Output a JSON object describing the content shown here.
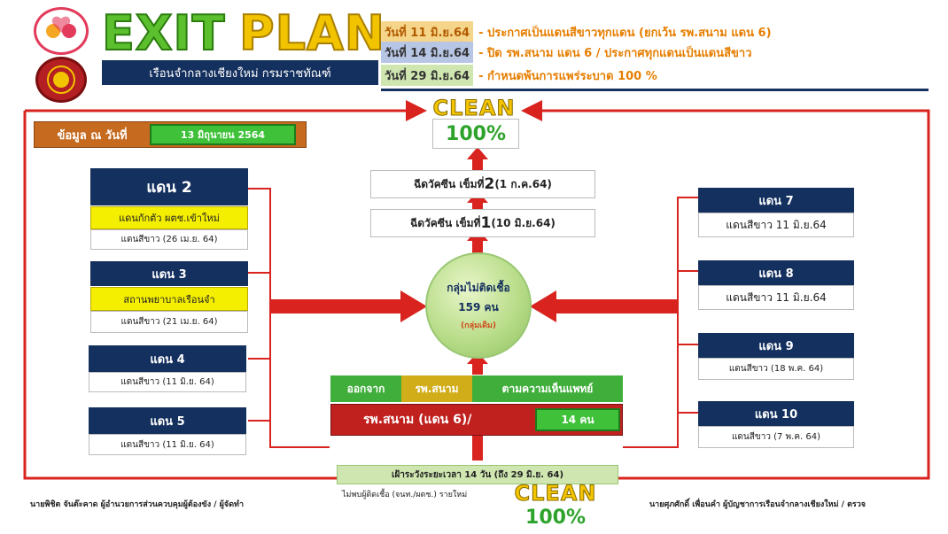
{
  "header": {
    "title_exit": "EXIT",
    "title_plan": "PLAN",
    "subtitle": "เรือนจำกลางเชียงใหม่ กรมราชทัณฑ์",
    "announcements": [
      {
        "date": "วันที่ 11 มิ.ย.64",
        "text": "- ประกาศเป็นแดนสีขาวทุกแดน (ยกเว้น รพ.สนาม แดน 6)"
      },
      {
        "date": "วันที่ 14 มิ.ย.64",
        "text": "- ปิด รพ.สนาม แดน 6 / ประกาศทุกแดนเป็นแดนสีขาว"
      },
      {
        "date": "วันที่ 29 มิ.ย.64",
        "text": "- กำหนดพ้นการแพร่ระบาด 100 %"
      }
    ]
  },
  "as_of": {
    "label": "ข้อมูล ณ วันที่",
    "value": "13 มิถุนายน 2564"
  },
  "clean_top": {
    "word": "CLEAN",
    "pct": "100%"
  },
  "vaccine": {
    "dose2": {
      "prefix": "ฉีดวัคซีน เข็มที่ ",
      "num": "2",
      "date": " (1 ก.ค.64)"
    },
    "dose1": {
      "prefix": "ฉีดวัคซีน เข็มที่ ",
      "num": "1",
      "date": "(10 มิ.ย.64)"
    }
  },
  "circle": {
    "line1": "กลุ่มไม่ติดเชื้อ",
    "line2": "159 คน",
    "line3": "(กลุ่มเดิม)"
  },
  "left_zones": [
    {
      "name": "แดน 2",
      "note": "แดนกักตัว ผตช.เข้าใหม่",
      "status": "แดนสีขาว (26 เม.ย. 64)"
    },
    {
      "name": "แดน 3",
      "note": "สถานพยาบาลเรือนจำ",
      "status": "แดนสีขาว (21 เม.ย. 64)"
    },
    {
      "name": "แดน 4",
      "status": "แดนสีขาว (11 มิ.ย. 64)"
    },
    {
      "name": "แดน 5",
      "status": "แดนสีขาว (11 มิ.ย. 64)"
    }
  ],
  "right_zones": [
    {
      "name": "แดน 7",
      "status": "แดนสีขาว 11 มิ.ย.64"
    },
    {
      "name": "แดน 8",
      "status": "แดนสีขาว 11 มิ.ย.64"
    },
    {
      "name": "แดน 9",
      "status": "แดนสีขาว (18 พ.ค. 64)"
    },
    {
      "name": "แดน 10",
      "status": "แดนสีขาว (7 พ.ค. 64)"
    }
  ],
  "exit_bar": {
    "a": "ออกจาก",
    "b": "รพ.สนาม",
    "c": "ตามความเห็นแพทย์"
  },
  "field_hospital": {
    "label": "รพ.สนาม (แดน 6)/",
    "count": "14 คน"
  },
  "watch": "เฝ้าระวังระยะเวลา 14 วัน (ถึง 29 มิ.ย. 64)",
  "found": "ไม่พบผู้ติดเชื้อ (จนท./ผตช.) รายใหม่",
  "clean_bottom": {
    "word": "CLEAN",
    "pct": "100%"
  },
  "footer": {
    "left": "นายพิชิต  จันต๊ะคาด ผู้อำนวยการส่วนควบคุมผู้ต้องขัง / ผู้จัดทำ",
    "right": "นายศุภศักดิ์  เพื่อนคำ ผู้บัญชาการเรือนจำกลางเชียงใหม่ / ตรวจ"
  },
  "colors": {
    "navy": "#14305e",
    "red": "#d9231f",
    "green": "#3fc23a",
    "yellow": "#f4ee00"
  }
}
